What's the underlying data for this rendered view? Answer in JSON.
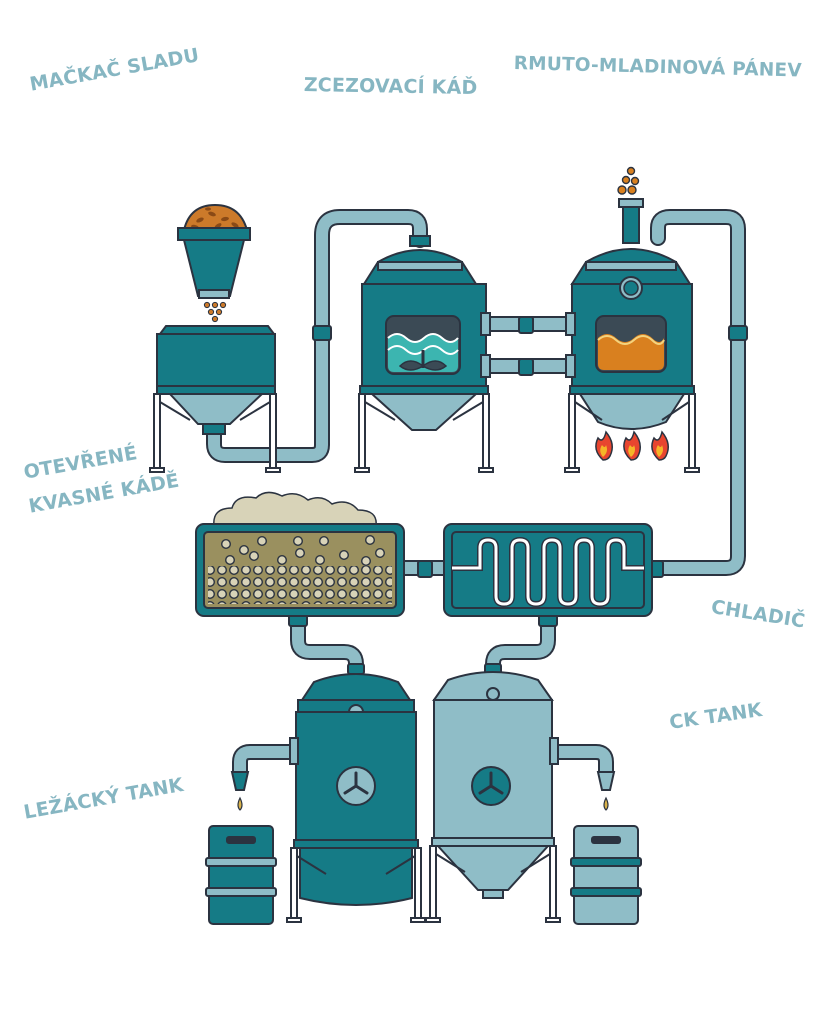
{
  "labels": {
    "malt_mill": "MAČKAČ SLADU",
    "lauter_tun": "ZCEZOVACÍ KÁĎ",
    "wort_kettle": "RMUTO-MLADINOVÁ PÁNEV",
    "open_fermenters_line1": "OTEVŘENÉ",
    "open_fermenters_line2": "KVASNÉ KÁDĚ",
    "cooler": "CHLADIČ",
    "ck_tank": "CK TANK",
    "lager_tank": "LEŽÁCKÝ TANK"
  },
  "colors": {
    "label": "#86b6c2",
    "teal_dark": "#157b86",
    "teal_light": "#8fbdc7",
    "pipe": "#7fb3bf",
    "outline": "#2b3340",
    "malt": "#cc7a2a",
    "wort": "#d9801f",
    "water": "#3cb5b0",
    "foam": "#d8d3b8",
    "fermenting_liquid": "#9a905f",
    "flame": "#e8452f",
    "flame_inner": "#f5b528"
  },
  "icons": [
    "malt-pile-icon",
    "flame-icon",
    "agitator-icon",
    "fan-icon",
    "steam-bubbles-icon",
    "coil-icon"
  ]
}
